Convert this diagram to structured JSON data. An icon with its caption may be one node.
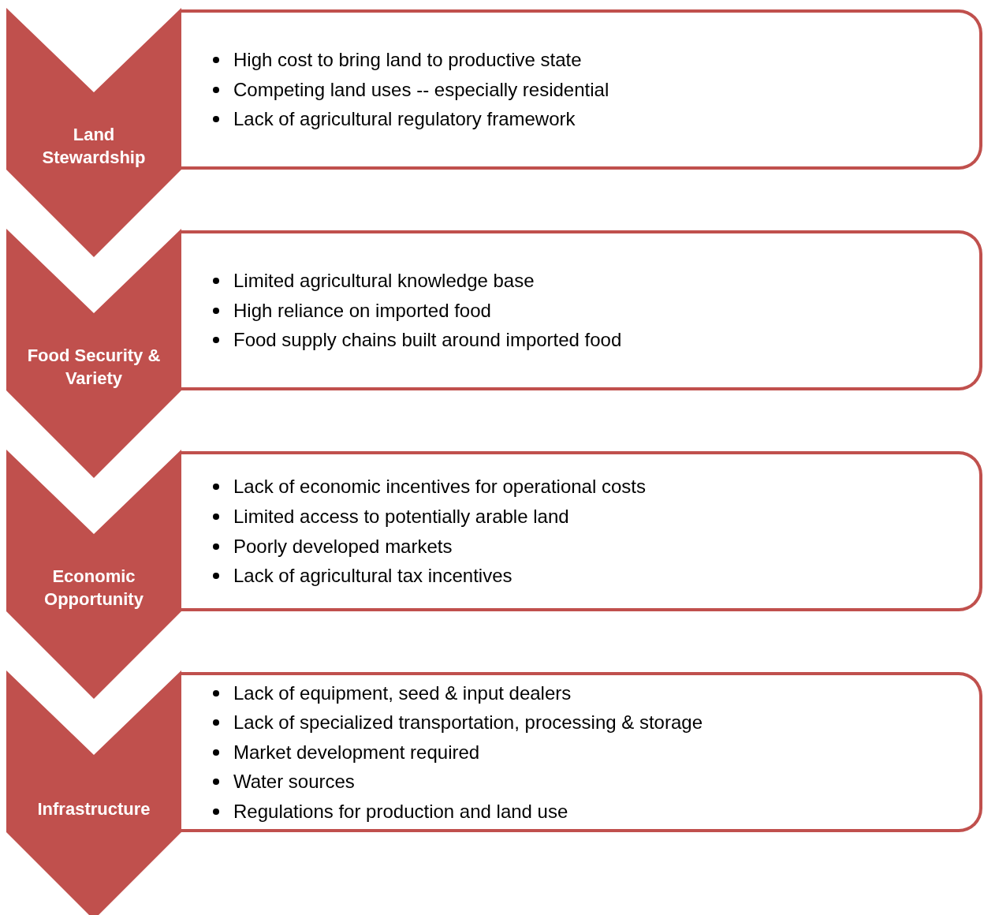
{
  "diagram": {
    "nodes": [
      {
        "text": [
          "Land Stewardship"
        ]
      },
      {
        "text": [
          "High cost to bring land to productive state",
          "Competing land uses -- especially residential",
          "Lack of agricultural regulatory framework"
        ]
      },
      {
        "text": [
          "Food Security & Variety"
        ]
      },
      {
        "text": [
          "Limited agricultural knowledge base",
          "High reliance on imported food",
          "Food supply chains built around imported food"
        ]
      },
      {
        "text": [
          "Economic Opportunity"
        ]
      },
      {
        "text": [
          "Lack of economic incentives for operational costs",
          "Limited access to potentially arable land",
          "Poorly developed markets",
          "Lack of agricultural tax incentives"
        ]
      },
      {
        "text": [
          "Infrastructure"
        ]
      },
      {
        "text": [
          "Lack of equipment, seed & input dealers",
          "Lack of specialized transportation, processing & storage",
          "Market development required",
          "Water sources",
          "Regulations for production and land use"
        ]
      }
    ]
  }
}
